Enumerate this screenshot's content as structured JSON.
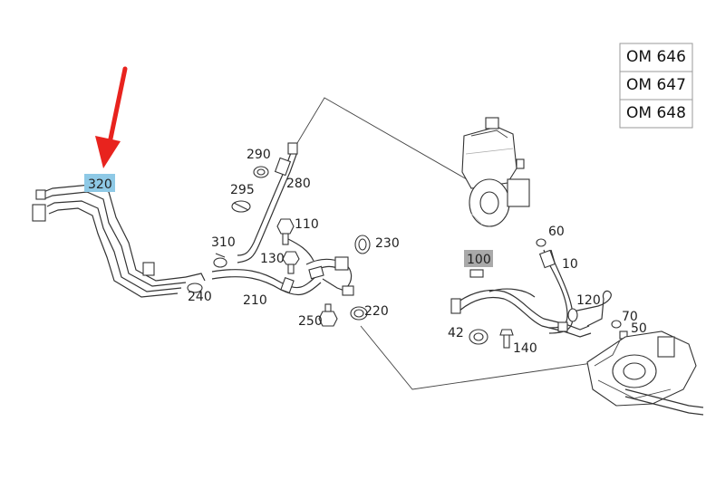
{
  "engine_table": {
    "rows": [
      "OM 646",
      "OM 647",
      "OM 648"
    ]
  },
  "callouts": {
    "p320": "320",
    "p290": "290",
    "p280": "280",
    "p295": "295",
    "p110": "110",
    "p310": "310",
    "p230": "230",
    "p130": "130",
    "p240": "240",
    "p210": "210",
    "p250": "250",
    "p220": "220",
    "p60": "60",
    "p10": "10",
    "p100": "100",
    "p120": "120",
    "p70": "70",
    "p50": "50",
    "p42": "42",
    "p140": "140"
  },
  "colors": {
    "highlight_selected": "#8ec9e6",
    "highlight_grey": "#a9a9a9",
    "arrow": "#e8231e"
  }
}
